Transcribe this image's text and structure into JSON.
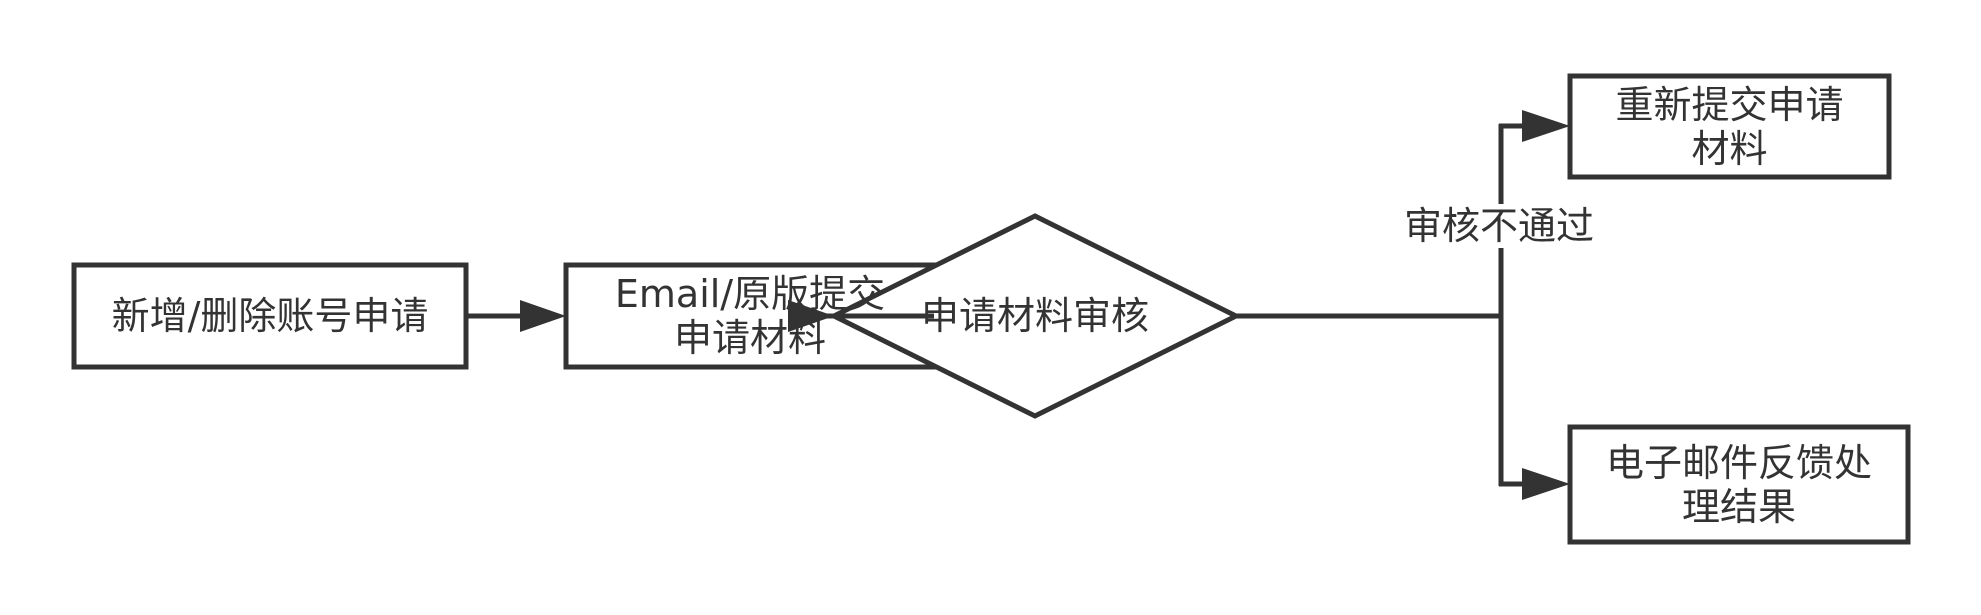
{
  "diagram": {
    "nodes": {
      "request": {
        "label": "新增/删除账号申请"
      },
      "submit": {
        "label": "Email/原版提交\n申请材料"
      },
      "review": {
        "label": "申请材料审核"
      },
      "resubmit": {
        "label": "重新提交申请\n材料"
      },
      "feedback": {
        "label": "电子邮件反馈处\n理结果"
      }
    },
    "edges": {
      "reject_label": "审核不通过"
    },
    "colors": {
      "stroke": "#333333",
      "text": "#333333",
      "background": "#ffffff"
    }
  }
}
